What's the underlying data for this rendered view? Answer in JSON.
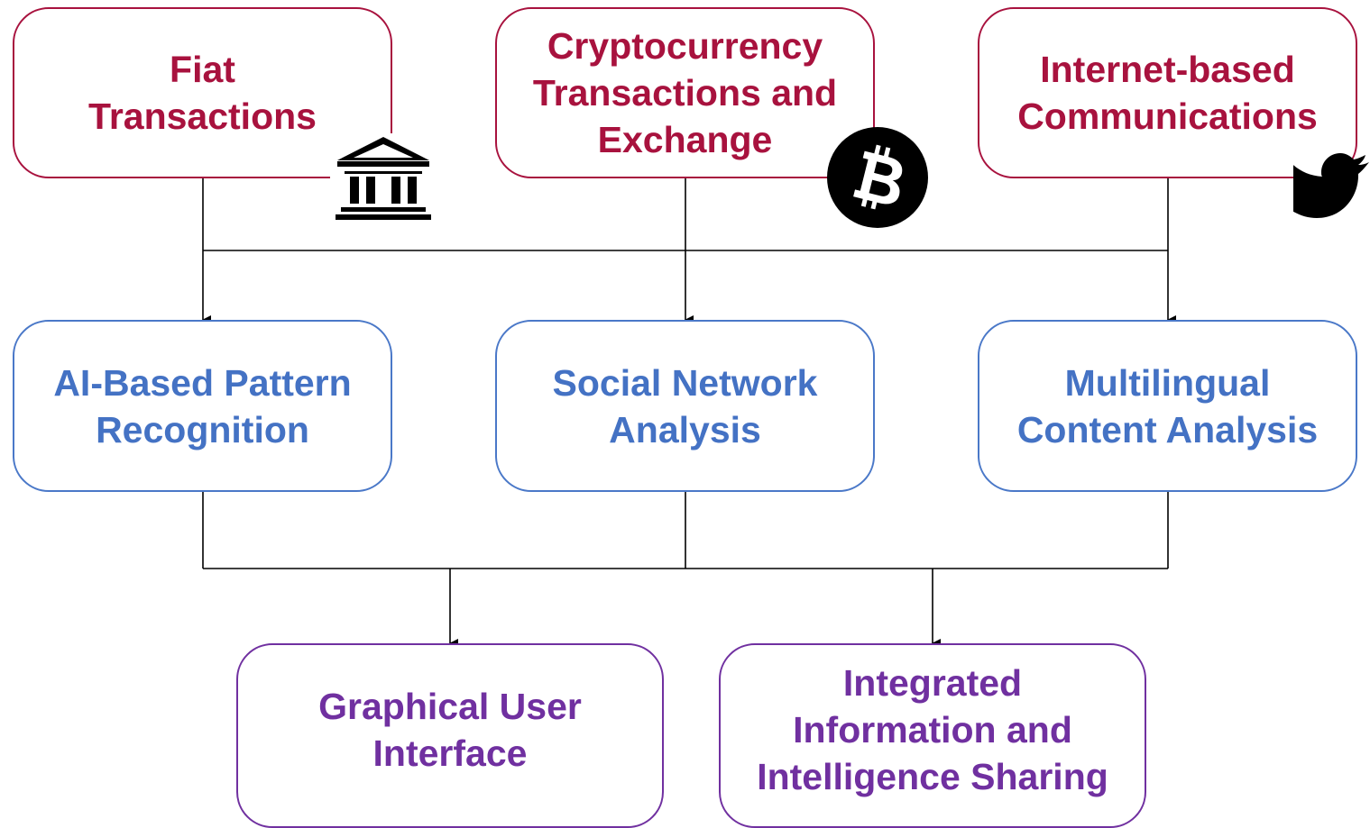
{
  "colors": {
    "source": "#a8123e",
    "analysis": "#4472c4",
    "output": "#7030a0",
    "connector": "#000000"
  },
  "sources": [
    {
      "label": "Fiat\nTransactions",
      "icon": "bank-icon"
    },
    {
      "label": "Cryptocurrency\nTransactions and\nExchange",
      "icon": "bitcoin-icon"
    },
    {
      "label": "Internet-based\nCommunications",
      "icon": "twitter-bird-icon"
    }
  ],
  "analysis": [
    {
      "label": "AI-Based Pattern\nRecognition"
    },
    {
      "label": "Social Network\nAnalysis"
    },
    {
      "label": "Multilingual\nContent Analysis"
    }
  ],
  "outputs": [
    {
      "label": "Graphical User\nInterface"
    },
    {
      "label": "Integrated\nInformation and\nIntelligence Sharing"
    }
  ]
}
